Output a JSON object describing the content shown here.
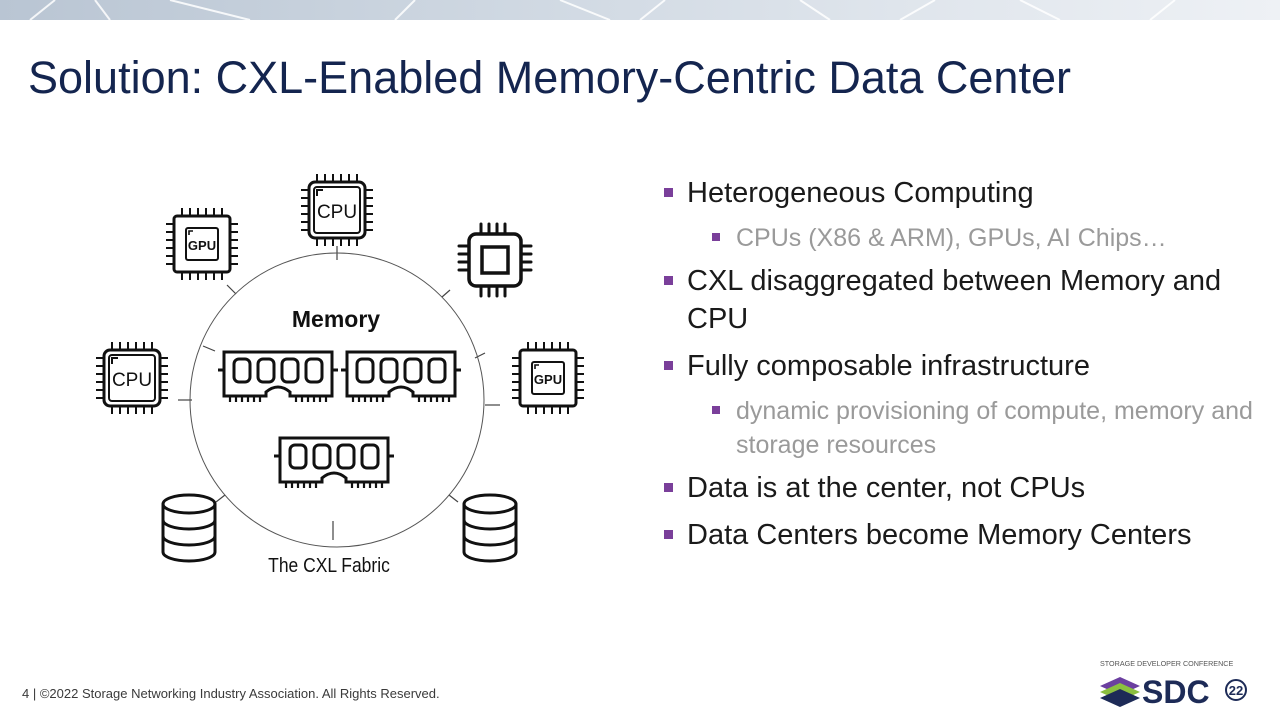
{
  "slide": {
    "title": "Solution: CXL-Enabled Memory-Centric Data Center",
    "footer": "4 | ©2022 Storage Networking Industry Association. All Rights Reserved."
  },
  "diagram": {
    "memory_label": "Memory",
    "fabric_label": "The CXL Fabric",
    "cpu_label": "CPU",
    "gpu_label": "GPU"
  },
  "bullets": [
    {
      "text": "Heterogeneous Computing",
      "sub": [
        "CPUs (X86 & ARM), GPUs, AI Chips…"
      ]
    },
    {
      "text": "CXL disaggregated between Memory and CPU",
      "sub": []
    },
    {
      "text": "Fully composable infrastructure",
      "sub": [
        "dynamic provisioning of compute, memory and storage resources"
      ]
    },
    {
      "text": "Data is at the center, not CPUs",
      "sub": []
    },
    {
      "text": "Data Centers become Memory Centers",
      "sub": []
    }
  ],
  "logo": {
    "caption": "STORAGE DEVELOPER CONFERENCE",
    "text": "SDC",
    "year": "22",
    "colors": {
      "navy": "#1d2b57",
      "green": "#8bbf3f",
      "purple": "#6b3fa0"
    }
  }
}
